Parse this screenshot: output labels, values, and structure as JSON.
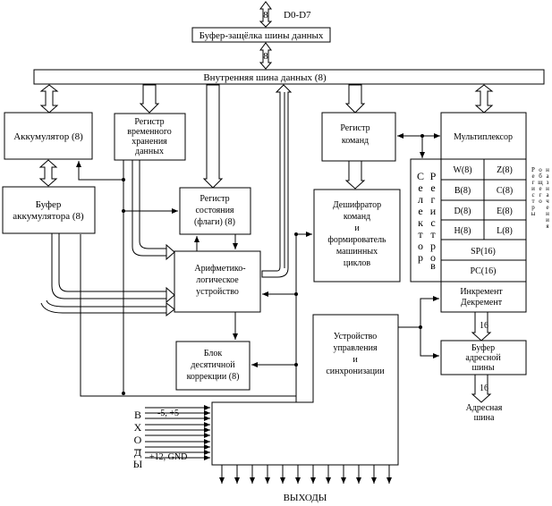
{
  "labels": {
    "data_bus_width_top": "8",
    "data_bus_name": "D0-D7",
    "data_bus_buffer": "Буфер-защёлка шины данных",
    "data_bus_width_mid": "8",
    "internal_bus": "Внутренняя шина данных (8)",
    "accumulator": "Аккумулятор (8)",
    "temp_register": [
      "Регистр",
      "временного",
      "хранения",
      "данных"
    ],
    "accumulator_buffer": [
      "Буфер",
      "аккумулятора (8)"
    ],
    "status_register": [
      "Регистр",
      "состояния",
      "(флаги) (8)"
    ],
    "alu": [
      "Арифметико-",
      "логическое",
      "устройство"
    ],
    "decimal_correction": [
      "Блок",
      "десятичной",
      "коррекции (8)"
    ],
    "command_register": [
      "Регистр",
      "команд"
    ],
    "decoder": [
      "Дешифратор",
      "команд",
      "и",
      "формирователь",
      "машинных",
      "циклов"
    ],
    "multiplexer": "Мультиплексор",
    "register_selector": [
      "С",
      "е",
      "л",
      "е",
      "к",
      "т",
      "о",
      "р"
    ],
    "register_selector_2": [
      "Р",
      "е",
      "г",
      "и",
      "с",
      "т",
      "р",
      "о",
      "в"
    ],
    "register_block_col1": [
      "Р",
      "е",
      "г",
      "и",
      "с",
      "т",
      "р",
      "ы"
    ],
    "register_block_col2": [
      "о",
      "б",
      "щ",
      "е",
      "г",
      "о"
    ],
    "register_block_col3": [
      "н",
      "а",
      "з",
      "н",
      "а",
      "ч",
      "е",
      "н",
      "и",
      "я"
    ],
    "reg_w": "W(8)",
    "reg_z": "Z(8)",
    "reg_b": "B(8)",
    "reg_c": "C(8)",
    "reg_d": "D(8)",
    "reg_e": "E(8)",
    "reg_h": "H(8)",
    "reg_l": "L(8)",
    "reg_sp": "SP(16)",
    "reg_pc": "PC(16)",
    "incdec": [
      "Инкремент",
      "Декремент"
    ],
    "addr_width_1": "16",
    "address_buffer": [
      "Буфер",
      "адресной",
      "шины"
    ],
    "addr_width_2": "16",
    "address_bus": [
      "Адресная",
      "шина"
    ],
    "control_unit": [
      "Устройство",
      "управления",
      "и",
      "синхронизации"
    ],
    "inputs_vertical": [
      "В",
      "Х",
      "О",
      "Д",
      "Ы"
    ],
    "power_1": "-5, +5",
    "power_2": "+12, GND",
    "outputs": "ВЫХОДЫ"
  }
}
